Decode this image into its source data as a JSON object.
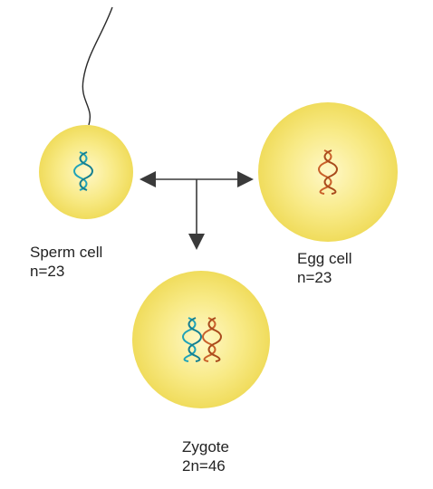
{
  "colors": {
    "cell_fill": "#f6e87a",
    "cell_center": "#fff8c8",
    "cell_edge": "#efdc5a",
    "maternal_dna": "#c9602a",
    "paternal_dna": "#1fa3b8",
    "arrow": "#3a3a3a",
    "flagellum": "#2a2a2a"
  },
  "cells": {
    "sperm": {
      "name": "Sperm cell",
      "chromosomes": "n=23",
      "dna_colors": [
        "paternal"
      ]
    },
    "egg": {
      "name": "Egg cell",
      "chromosomes": "n=23",
      "dna_colors": [
        "maternal"
      ]
    },
    "zygote": {
      "name": "Zygote",
      "chromosomes": "2n=46",
      "dna_colors": [
        "paternal",
        "maternal"
      ]
    }
  },
  "icons": {
    "arrows": "t-junction-arrows-icon",
    "tail": "flagellum-icon",
    "dna": "dna-helix-icon"
  }
}
